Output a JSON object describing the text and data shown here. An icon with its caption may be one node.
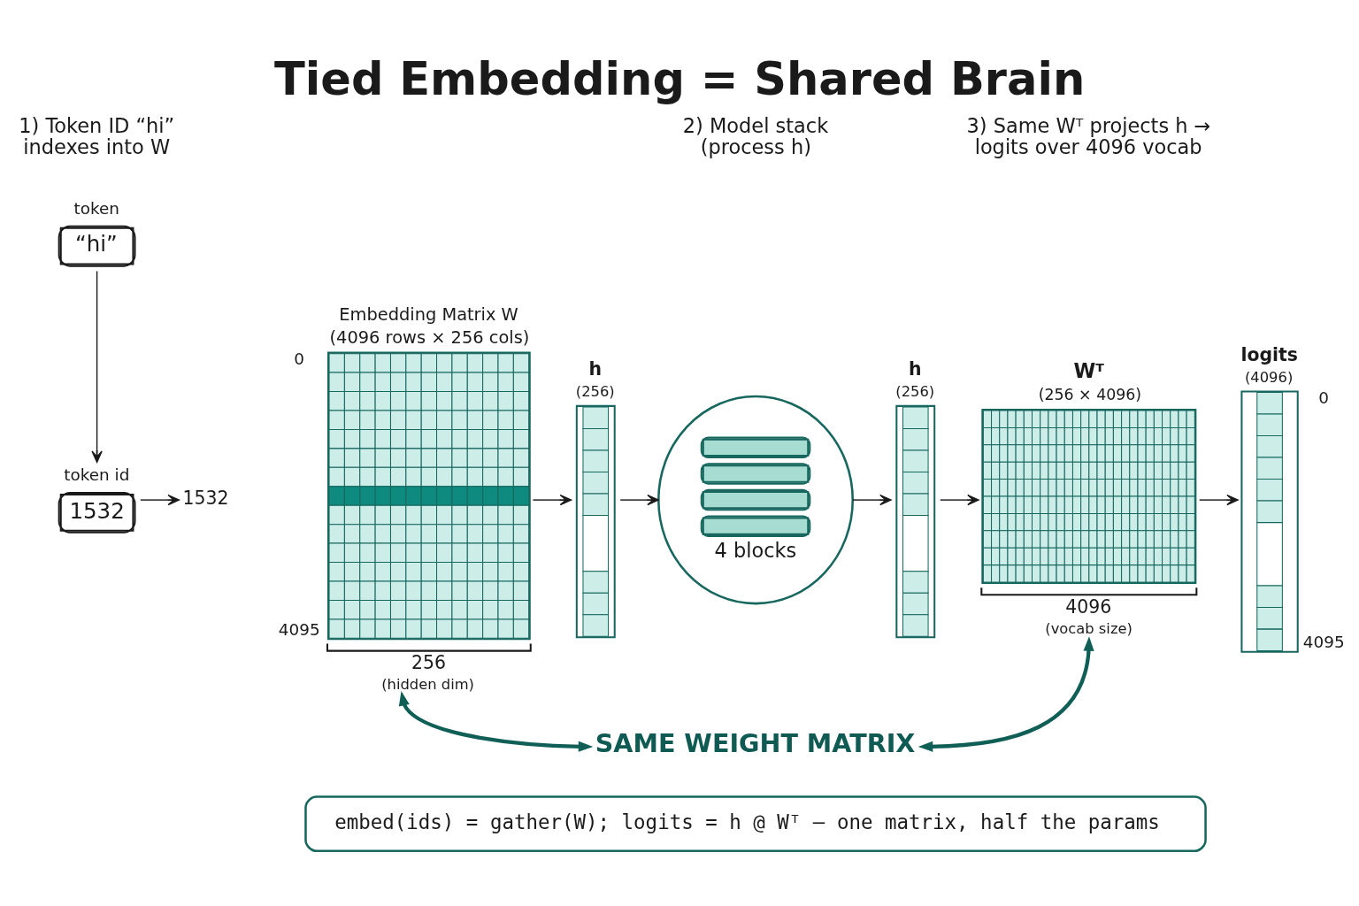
{
  "diagram": {
    "title": "Tied Embedding = Shared Brain",
    "nodes": [
      {
        "text": [
          "token",
          "“hi”"
        ]
      },
      {
        "text": [
          "token id",
          "1532"
        ]
      },
      {
        "text": [
          "1532"
        ]
      },
      {
        "text": [
          "Embedding Matrix W",
          "(4096 rows × 256 cols)"
        ],
        "beside": [
          "0",
          "4095",
          "256",
          "(hidden dim)"
        ]
      },
      {
        "text": [
          "h",
          "(256)"
        ]
      },
      {
        "text": [
          "4 blocks"
        ]
      },
      {
        "text": [
          "h",
          "(256)"
        ]
      },
      {
        "text": [
          "Wᵀ",
          "(256 × 4096)"
        ],
        "beside": [
          "4096",
          "(vocab size)"
        ]
      },
      {
        "text": [
          "logits",
          "(4096)"
        ],
        "beside": [
          "0",
          "4095"
        ]
      },
      {
        "text": [
          "SAME WEIGHT MATRIX"
        ]
      },
      {
        "text": [
          "embed(ids) = gather(W); logits = h @ Wᵀ — one matrix, half the params"
        ]
      }
    ],
    "edges": [
      {
        "from": 0,
        "to": 1,
        "arrow": "to"
      },
      {
        "from": 1,
        "to": 2,
        "arrow": "to"
      },
      {
        "from": 3,
        "to": 4,
        "arrow": "to"
      },
      {
        "from": 4,
        "to": 5,
        "arrow": "to"
      },
      {
        "from": 5,
        "to": 6,
        "arrow": "to"
      },
      {
        "from": 6,
        "to": 7,
        "arrow": "to"
      },
      {
        "from": 7,
        "to": 8,
        "arrow": "to"
      },
      {
        "from": 9,
        "to": 3,
        "arrow": "both",
        "style": "thick",
        "color": "#0f5f57"
      },
      {
        "from": 9,
        "to": 7,
        "arrow": "both",
        "style": "thick",
        "color": "#0f5f57"
      }
    ],
    "labels": [
      "1) Token ID “hi” indexes into W",
      "2) Model stack (process h)",
      "3) Same Wᵀ projects h → logits over 4096 vocab"
    ]
  }
}
